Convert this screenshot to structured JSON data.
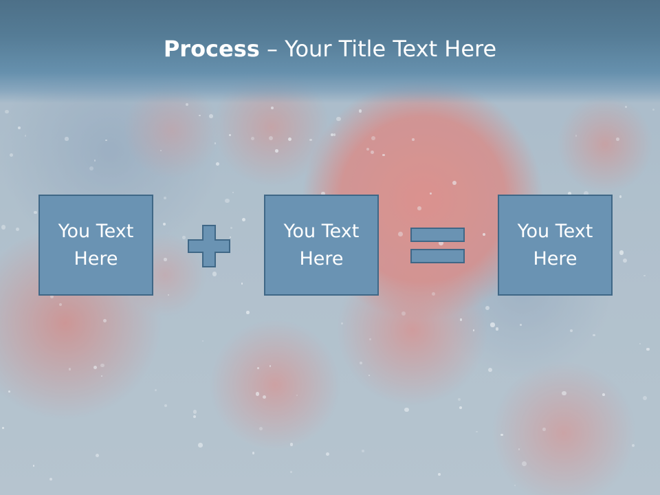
{
  "title": {
    "bold": "Process",
    "rest": " – Your Title Text Here"
  },
  "boxes": [
    {
      "text": "You Text Here"
    },
    {
      "text": "You Text Here"
    },
    {
      "text": "You Text Here"
    }
  ],
  "operators": [
    "plus-icon",
    "equals-icon"
  ],
  "colors": {
    "title_bar": "#557c96",
    "box_fill": "#6a93b3",
    "box_border": "#3f6786",
    "text": "#ffffff"
  }
}
